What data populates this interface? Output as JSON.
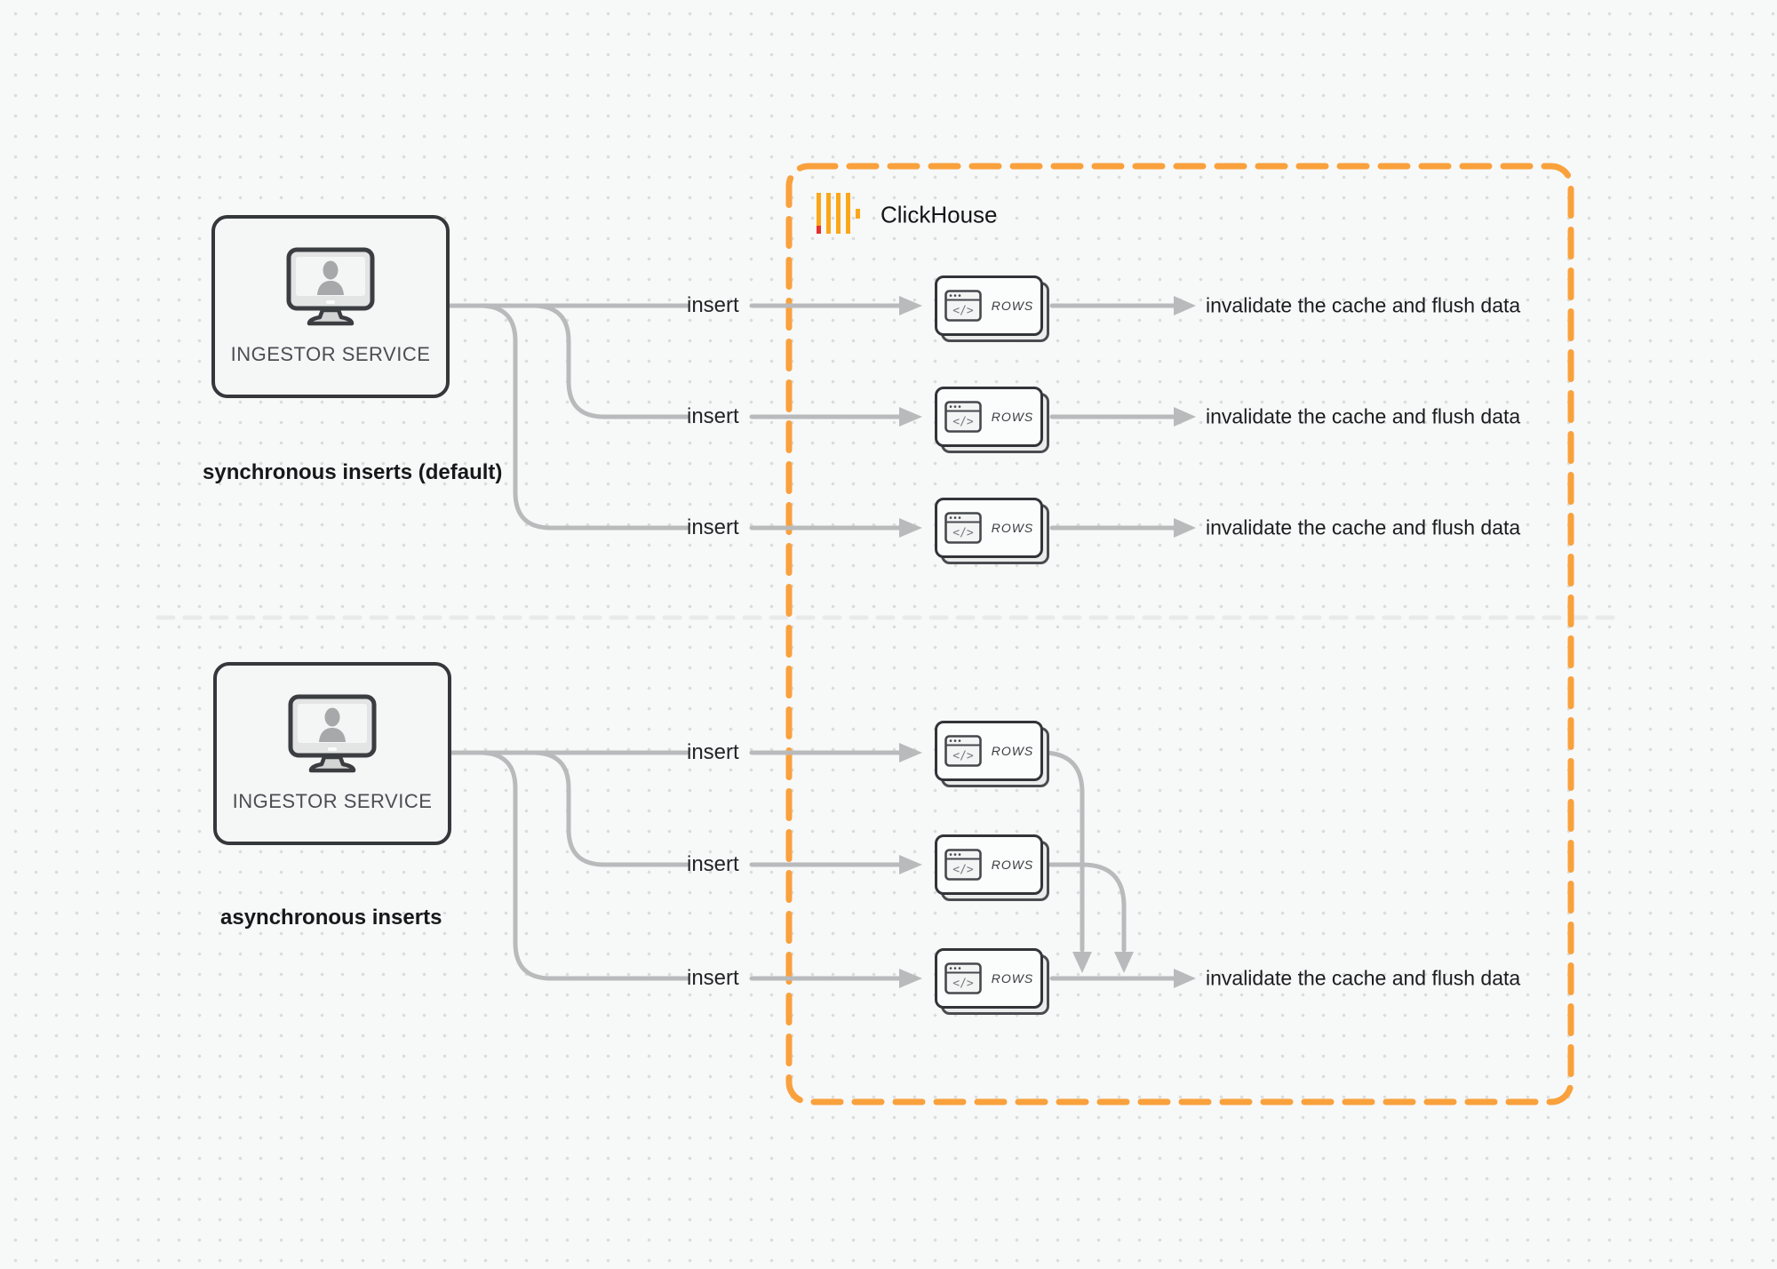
{
  "colors": {
    "background": "#f7f8f8",
    "boundary_orange": "#f9a13c",
    "logo_yellow": "#faa61a",
    "logo_red": "#e3312e",
    "wire_gray": "#b9babb",
    "border_dark": "#35383b"
  },
  "clickhouse": {
    "title": "ClickHouse",
    "logo_icon": "clickhouse-bars-icon",
    "card_icon": "code-window-icon",
    "card_glyph": "</>",
    "rows_label": "ROWS"
  },
  "sync_section": {
    "caption": "synchronous inserts (default)",
    "source": {
      "label": "INGESTOR SERVICE",
      "icon": "monitor-user-icon"
    },
    "rows": [
      {
        "insert_label": "insert",
        "card_label": "ROWS",
        "result_label": "invalidate the cache and flush data"
      },
      {
        "insert_label": "insert",
        "card_label": "ROWS",
        "result_label": "invalidate the cache and flush data"
      },
      {
        "insert_label": "insert",
        "card_label": "ROWS",
        "result_label": "invalidate the cache and flush data"
      }
    ]
  },
  "async_section": {
    "caption": "asynchronous inserts",
    "source": {
      "label": "INGESTOR SERVICE",
      "icon": "monitor-user-icon"
    },
    "rows": [
      {
        "insert_label": "insert",
        "card_label": "ROWS"
      },
      {
        "insert_label": "insert",
        "card_label": "ROWS"
      },
      {
        "insert_label": "insert",
        "card_label": "ROWS",
        "result_label": "invalidate the cache and flush data"
      }
    ]
  }
}
